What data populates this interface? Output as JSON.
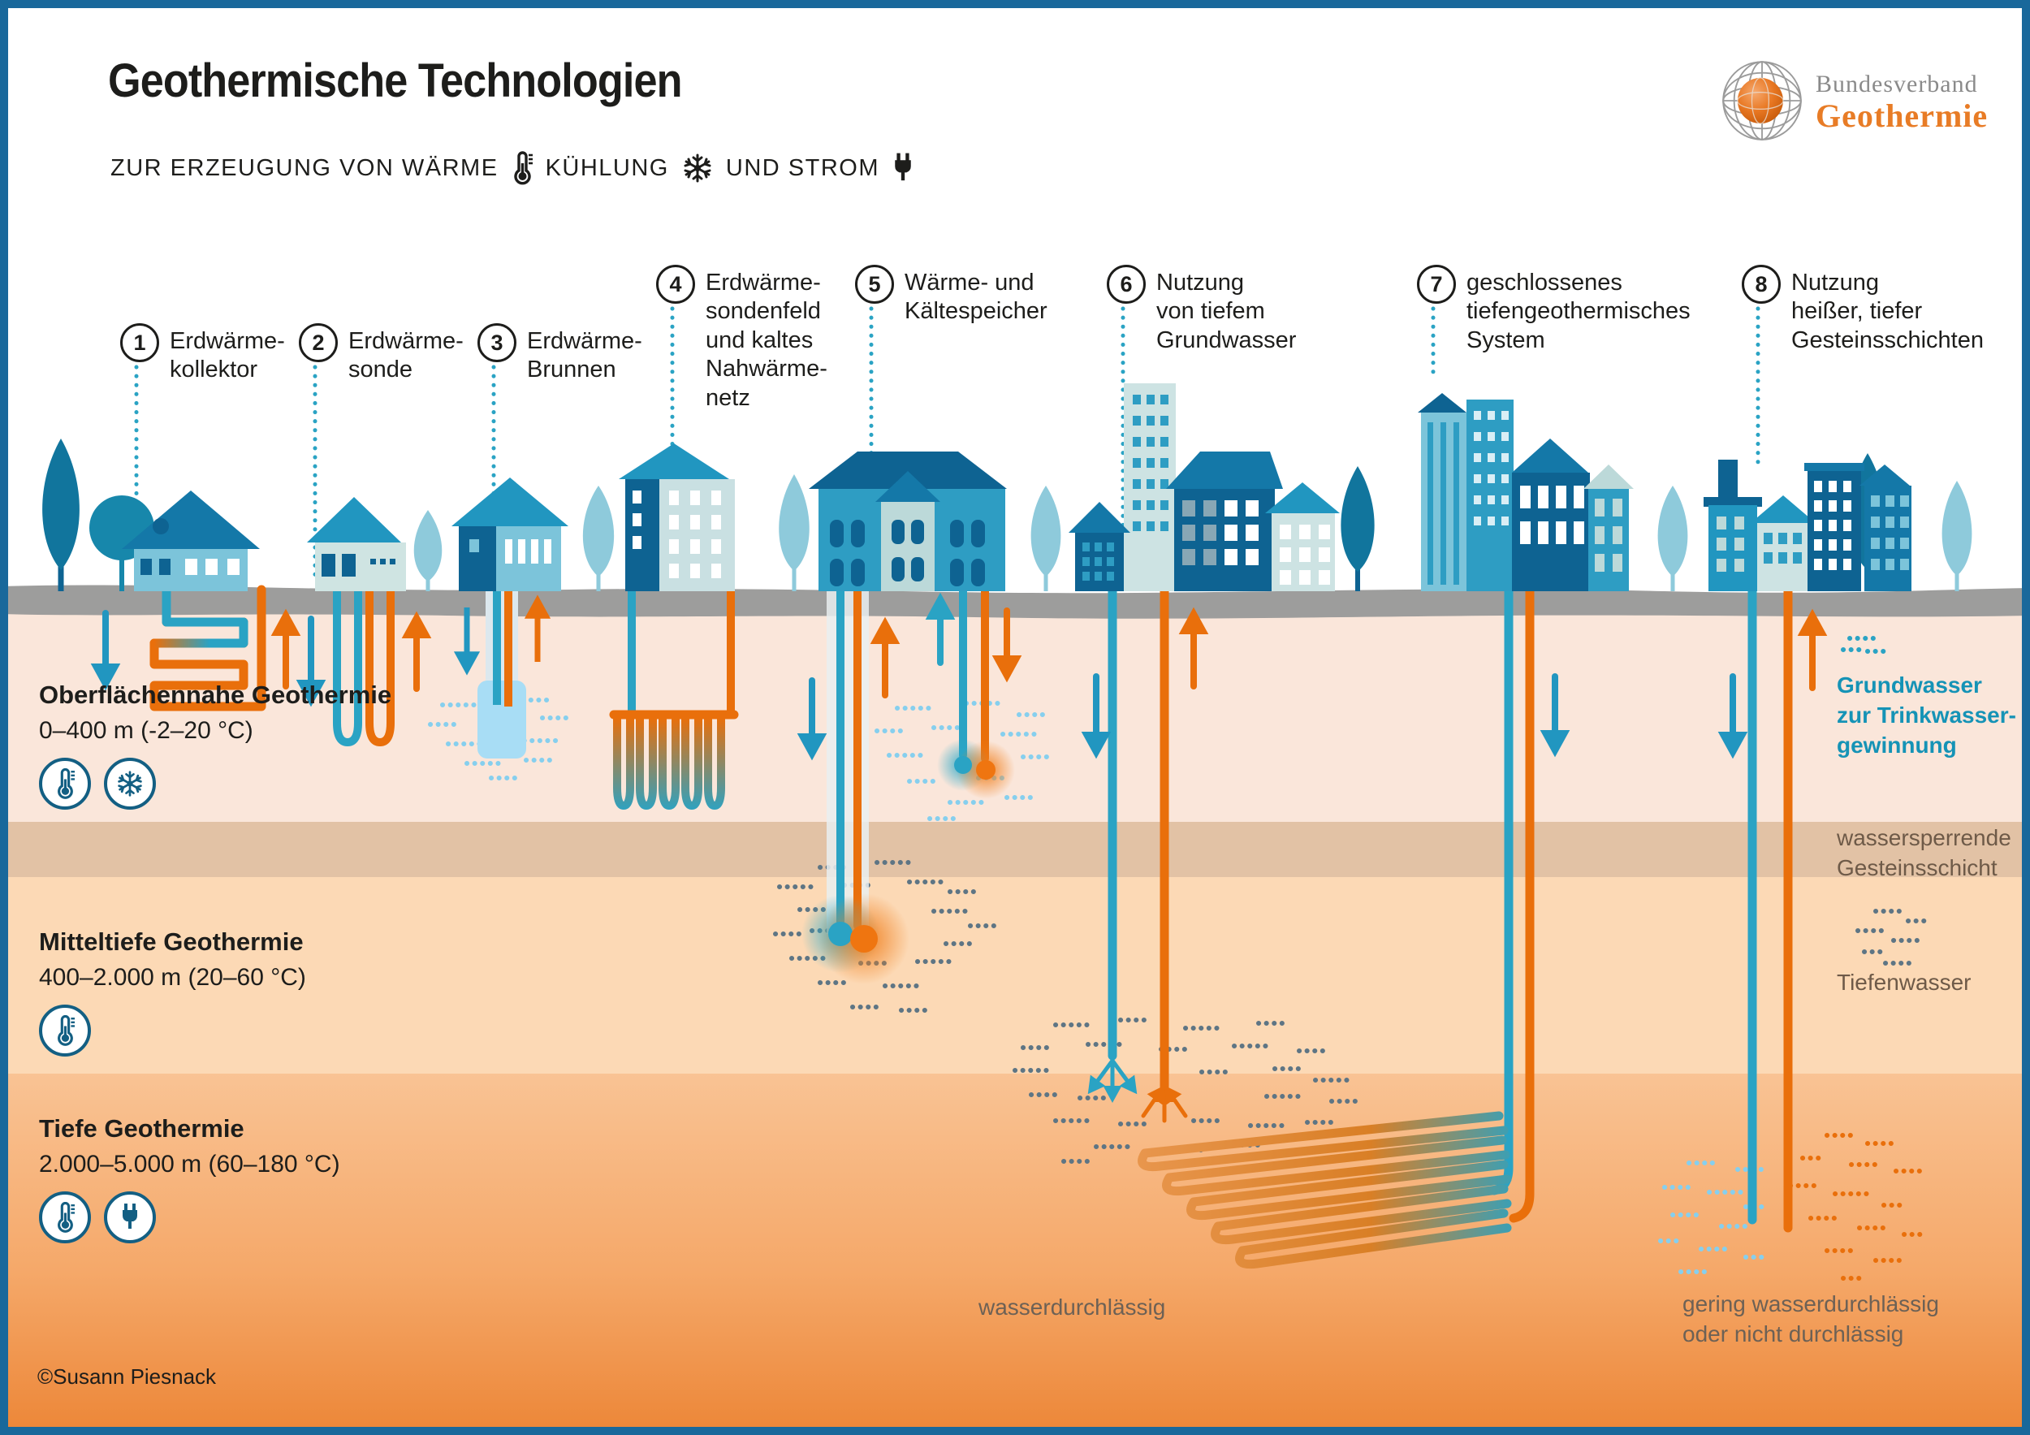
{
  "header": {
    "title": "Geothermische Technologien",
    "subtitle": {
      "part1": "ZUR ERZEUGUNG VON WÄRME",
      "part2": "KÜHLUNG",
      "part3": "UND STROM",
      "icons": [
        "thermometer-icon",
        "snowflake-icon",
        "plug-icon"
      ]
    },
    "logo": {
      "line1": "Bundesverband",
      "line2": "Geothermie"
    }
  },
  "technologies": [
    {
      "number": "1",
      "label": "Erdwärme-\nkollektor"
    },
    {
      "number": "2",
      "label": "Erdwärme-\nsonde"
    },
    {
      "number": "3",
      "label": "Erdwärme-\nBrunnen"
    },
    {
      "number": "4",
      "label": "Erdwärme-\nsondenfeld\nund kaltes\nNahwärme-\nnetz"
    },
    {
      "number": "5",
      "label": "Wärme- und\nKältespeicher"
    },
    {
      "number": "6",
      "label": "Nutzung\nvon tiefem\nGrundwasser"
    },
    {
      "number": "7",
      "label": "geschlossenes\ntiefengeothermisches\nSystem"
    },
    {
      "number": "8",
      "label": "Nutzung\nheißer, tiefer\nGesteinsschichten"
    }
  ],
  "zones": [
    {
      "title": "Oberflächennahe Geothermie",
      "range": "0–400 m (-2–20 °C)",
      "icons": [
        "thermometer",
        "snowflake"
      ]
    },
    {
      "title": "Mitteltiefe Geothermie",
      "range": "400–2.000 m (20–60 °C)",
      "icons": [
        "thermometer"
      ]
    },
    {
      "title": "Tiefe Geothermie",
      "range": "2.000–5.000 m (60–180 °C)",
      "icons": [
        "thermometer",
        "plug"
      ]
    }
  ],
  "annotations": {
    "groundwater": "Grundwasser\nzur Trinkwasser-\ngewinnung",
    "impermeable": "wassersperrende\nGesteinsschicht",
    "deep_water": "Tiefenwasser",
    "permeable": "wasserdurchlässig",
    "low_permeable": "gering wasserdurchlässig\noder nicht durchlässig"
  },
  "credit": "©Susann Piesnack",
  "colors": {
    "frame_blue": "#19689b",
    "pipe_teal": "#2aa3c4",
    "pipe_orange": "#e96f0b",
    "arrow_blue": "#2196c0",
    "icon_teal": "#135f83",
    "label_teal": "#1593b6",
    "brown": "#6e5a48",
    "gray_brown": "#6d6155",
    "ground_gray": "#9d9d9c",
    "zone1_bg": "#fae6da",
    "impermeable_bg": "#e2c2a5",
    "zone2_bg": "#fcd9b5",
    "zone3_top": "#f9c394",
    "zone3_bottom": "#ec8637",
    "building_dark": "#0e6392",
    "building_mid": "#2e9dc3",
    "building_light": "#7cc4da",
    "building_pale": "#cde3e3",
    "logo_orange": "#e87c26",
    "logo_gray": "#8a8a8a",
    "ink": "#1d1d1b"
  }
}
